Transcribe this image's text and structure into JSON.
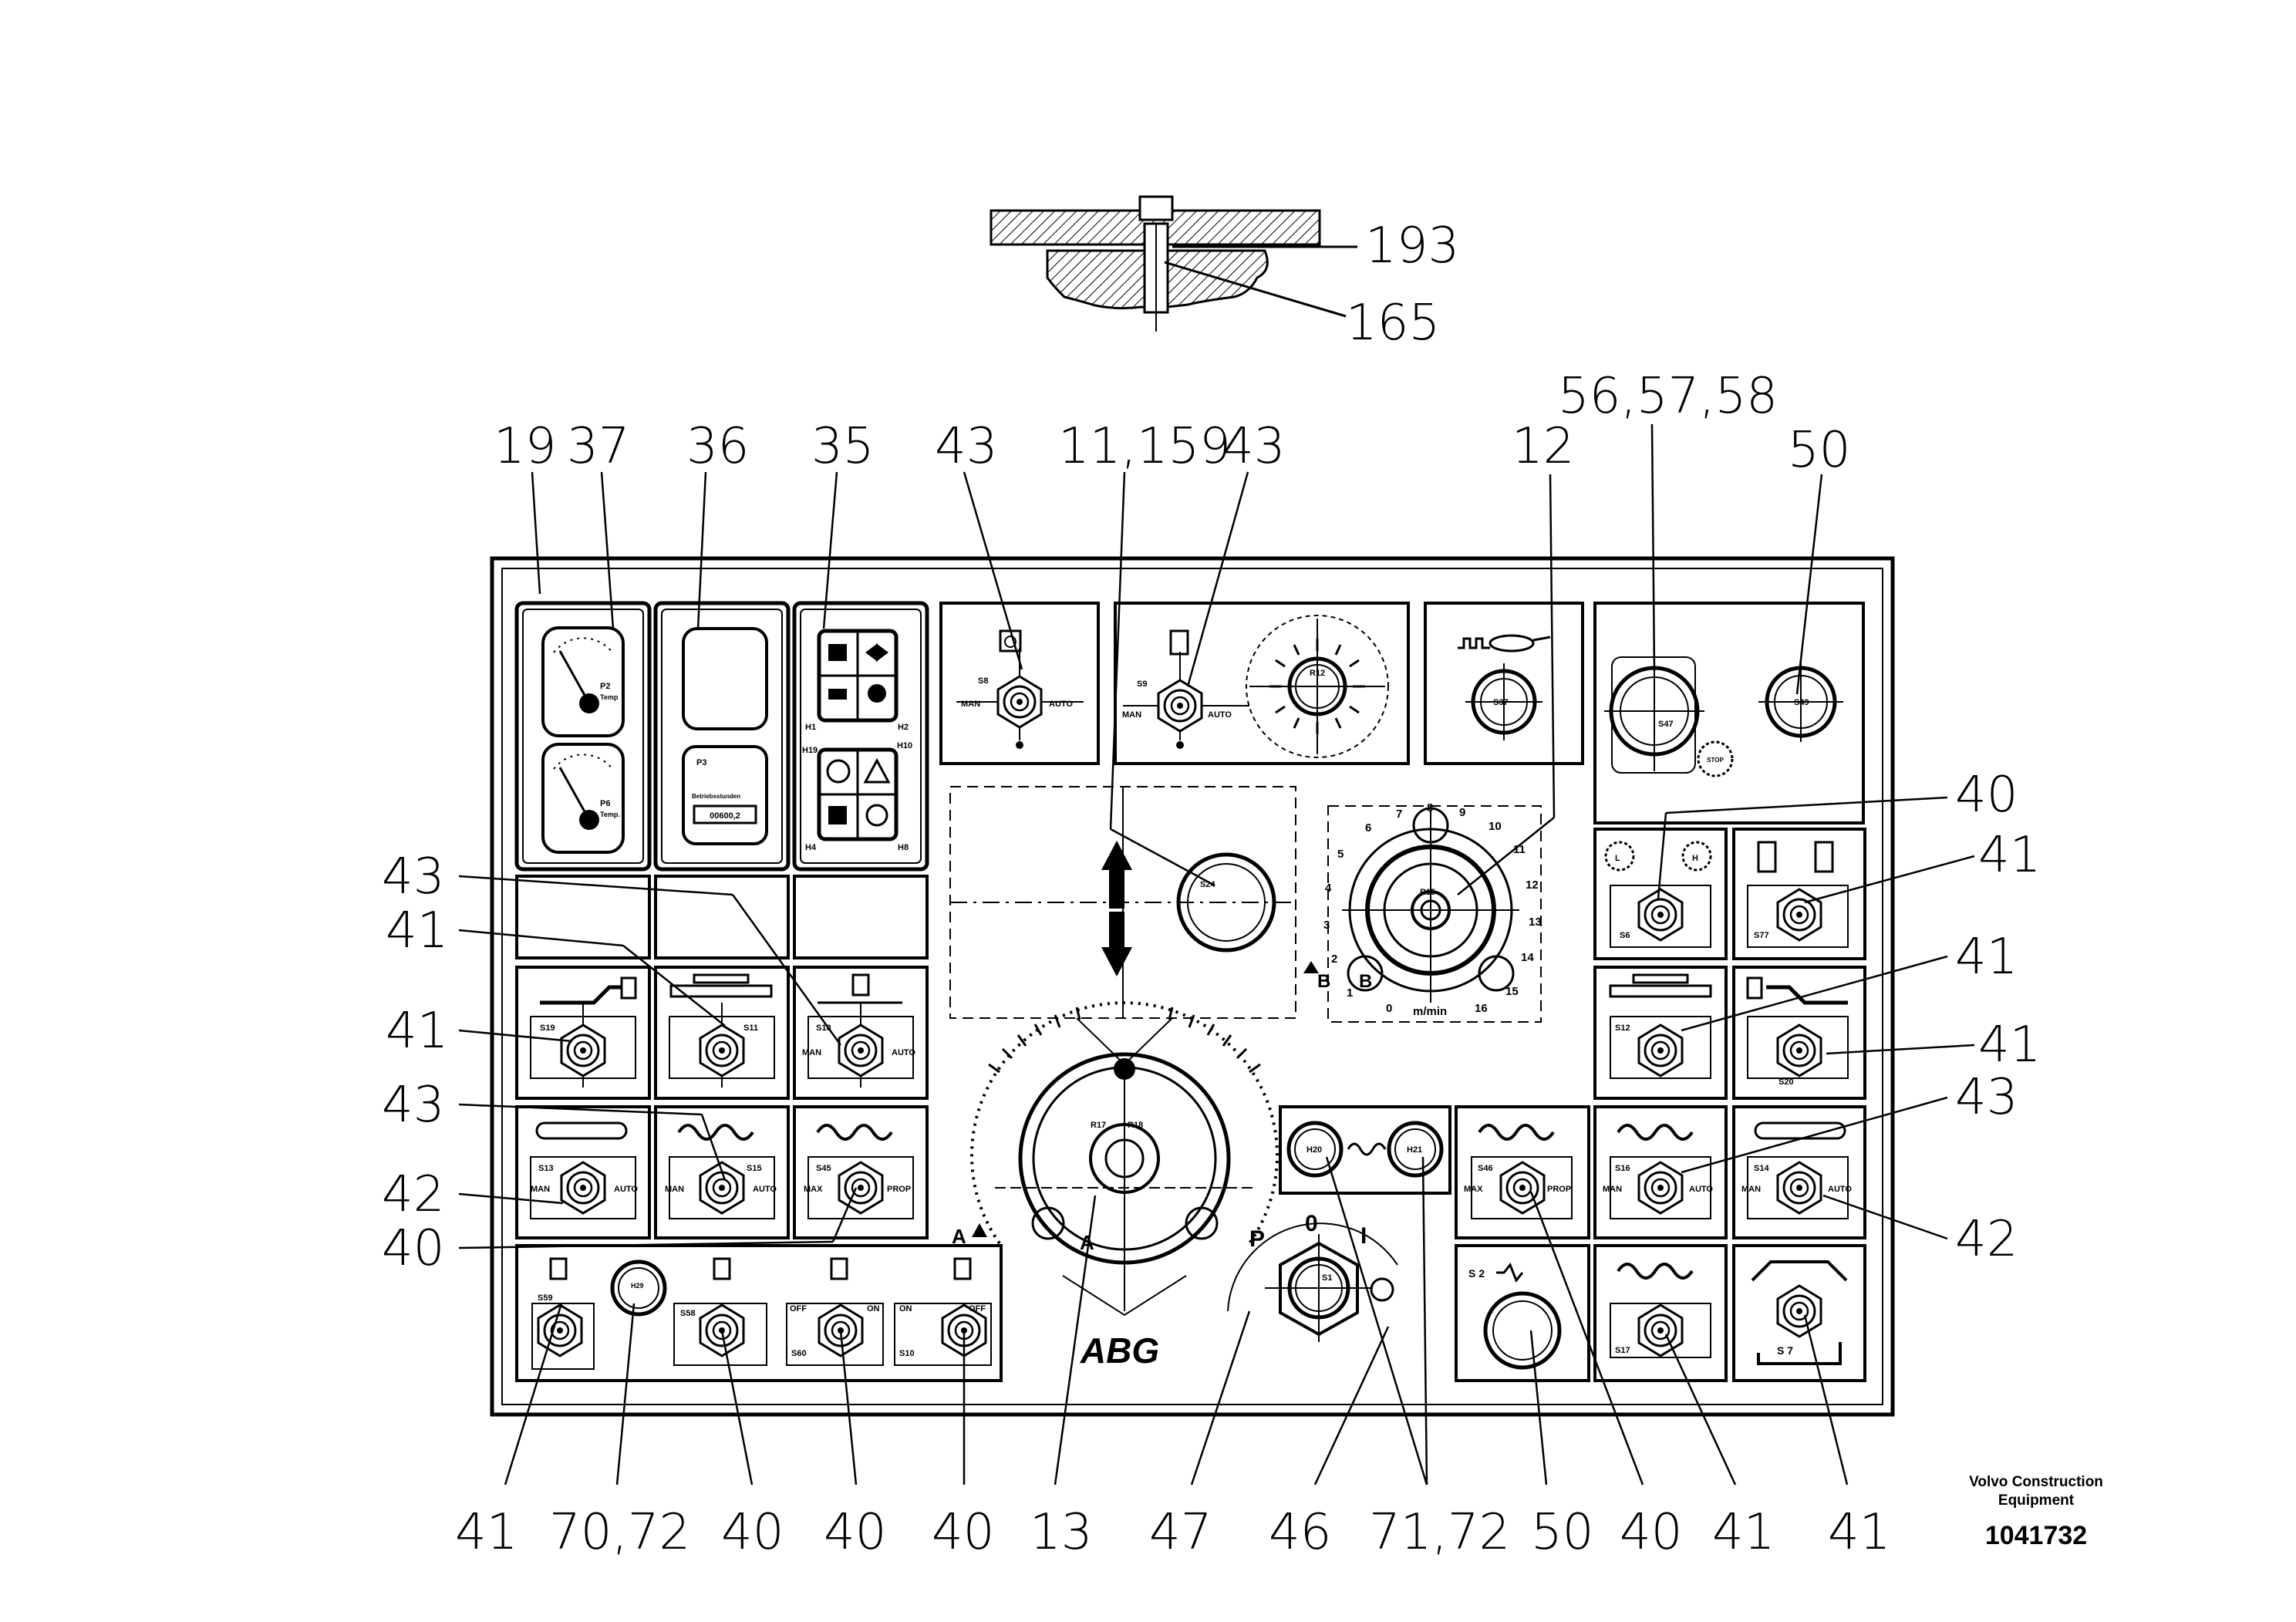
{
  "callouts": {
    "n193": "193",
    "n165": "165",
    "n19": "19",
    "n37": "37",
    "n36": "36",
    "n35": "35",
    "n43_a": "43",
    "n11_159": "11,159",
    "n43_b": "43",
    "n12": "12",
    "n56_57_58": "56,57,58",
    "n50_top": "50",
    "left": [
      "43",
      "41",
      "41",
      "43",
      "42",
      "40"
    ],
    "right": [
      "40",
      "41",
      "41",
      "41",
      "43",
      "42"
    ],
    "bottom": [
      "41",
      "70,72",
      "40",
      "40",
      "40",
      "13",
      "47",
      "46",
      "71,72",
      "50",
      "40",
      "41",
      "41"
    ]
  },
  "panel": {
    "brand": "ABG",
    "gauge_p2": "P2",
    "gauge_p2_sub": "Temp",
    "gauge_p6": "P6",
    "gauge_p6_sub": "Temp.",
    "counter_p3": "P3",
    "counter_caption": "Betriebsstunden",
    "counter_value": "00600,2",
    "lamps": {
      "h1": "H1",
      "h2": "H2",
      "h19": "H19",
      "h10": "H10",
      "h4": "H4",
      "h8": "H8"
    },
    "switches": {
      "s8": "S8",
      "s9": "S9",
      "s37": "S37",
      "s47": "S47",
      "s49": "S49",
      "s24": "S24",
      "s6": "S6",
      "s77": "S77",
      "s19": "S19",
      "s11": "S11",
      "s18": "S18",
      "s12": "S12",
      "s20": "S20",
      "s13": "S13",
      "s15": "S15",
      "s45": "S45",
      "s46": "S46",
      "s16": "S16",
      "s14": "S14",
      "s59": "S59",
      "s58": "S58",
      "s60": "S60",
      "s10": "S10",
      "s1": "S1",
      "s2": "S 2",
      "s17": "S17",
      "s7": "S 7"
    },
    "potentiometers": {
      "r12": "R12",
      "r15": "R15",
      "r17": "R17",
      "r18": "R18"
    },
    "lights": {
      "h29": "H29",
      "h20": "H20",
      "h21": "H21"
    },
    "modes": {
      "man": "MAN",
      "auto": "AUTO",
      "max": "MAX",
      "prop": "PROP",
      "off": "OFF",
      "on": "ON"
    },
    "ignition": {
      "p": "P",
      "zero": "0",
      "one": "I"
    },
    "speed_unit": "m/min",
    "speed_scale": [
      "0",
      "1",
      "2",
      "3",
      "4",
      "5",
      "6",
      "7",
      "8",
      "9",
      "10",
      "11",
      "12",
      "13",
      "14",
      "15",
      "16"
    ],
    "letters": {
      "a": "A",
      "b": "B",
      "l": "L",
      "h": "H",
      "stop": "STOP"
    }
  },
  "footer": {
    "company": "Volvo Construction Equipment",
    "drawing_number": "1041732"
  }
}
